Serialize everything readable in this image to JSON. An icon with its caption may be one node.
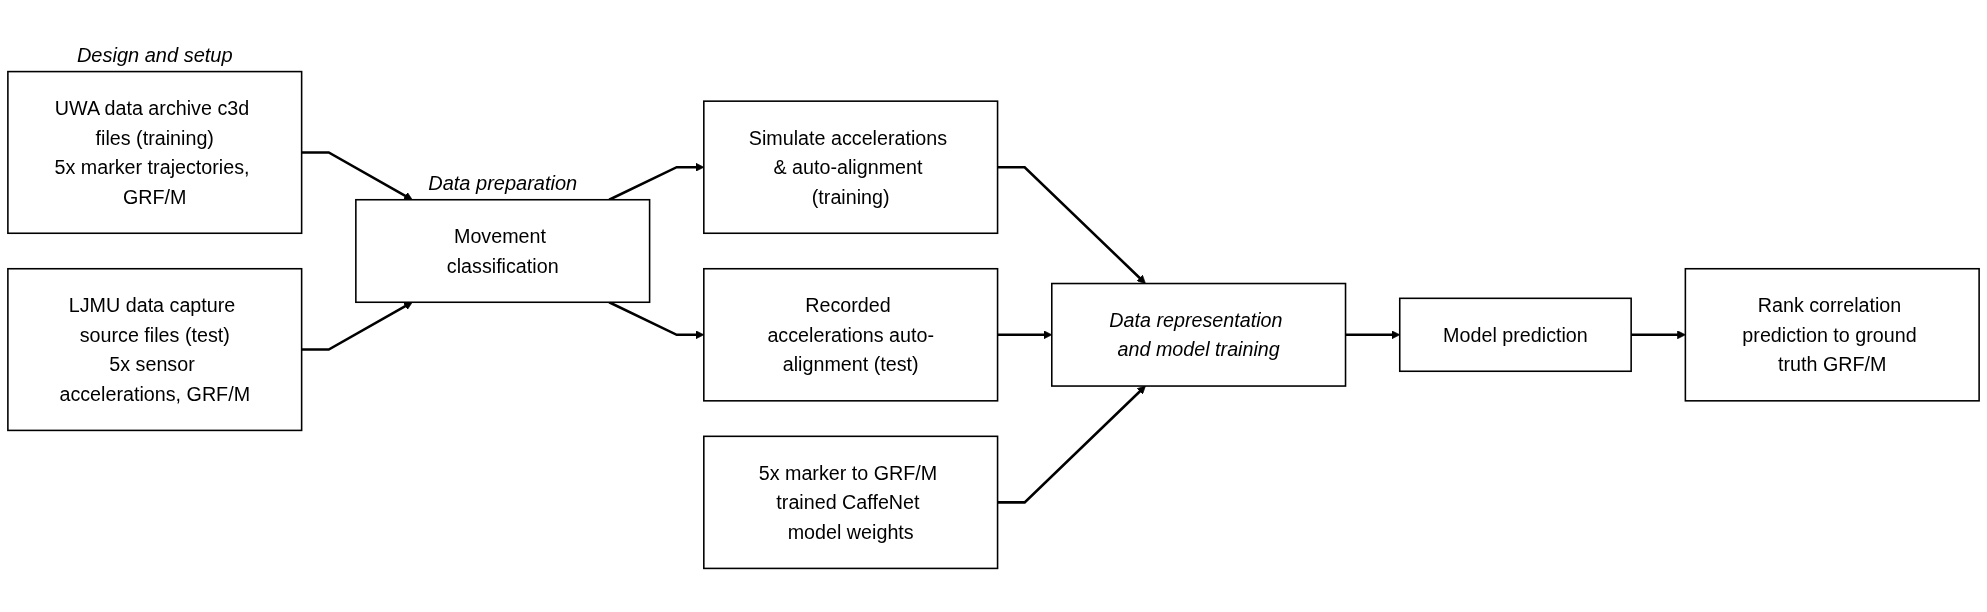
{
  "diagram": {
    "nodes": [
      {
        "text": [
          "UWA data archive c3d files (training)",
          "5x marker trajectories, GRF/M"
        ]
      },
      {
        "text": [
          "LJMU data capture source files (test)",
          "5x sensor accelerations, GRF/M"
        ]
      },
      {
        "text": [
          "Movement classification"
        ]
      },
      {
        "text": [
          "Simulate accelerations & auto-alignment (training)"
        ]
      },
      {
        "text": [
          "Recorded accelerations auto-alignment (test)"
        ]
      },
      {
        "text": [
          "5x marker to GRF/M trained CaffeNet model weights"
        ]
      },
      {
        "text": [
          "Data representation and model training"
        ]
      },
      {
        "text": [
          "Model prediction"
        ]
      },
      {
        "text": [
          "Rank correlation prediction to ground truth GRF/M"
        ]
      }
    ],
    "edges": [
      {
        "from": 0,
        "to": 2,
        "arrow": "to"
      },
      {
        "from": 1,
        "to": 2,
        "arrow": "to"
      },
      {
        "from": 2,
        "to": 3,
        "arrow": "to"
      },
      {
        "from": 2,
        "to": 4,
        "arrow": "to"
      },
      {
        "from": 3,
        "to": 6,
        "arrow": "to"
      },
      {
        "from": 4,
        "to": 6,
        "arrow": "to"
      },
      {
        "from": 5,
        "to": 6,
        "arrow": "to"
      },
      {
        "from": 6,
        "to": 7,
        "arrow": "to"
      },
      {
        "from": 7,
        "to": 8,
        "arrow": "to"
      }
    ],
    "labels": [
      "Design and setup",
      "Data preparation"
    ]
  }
}
